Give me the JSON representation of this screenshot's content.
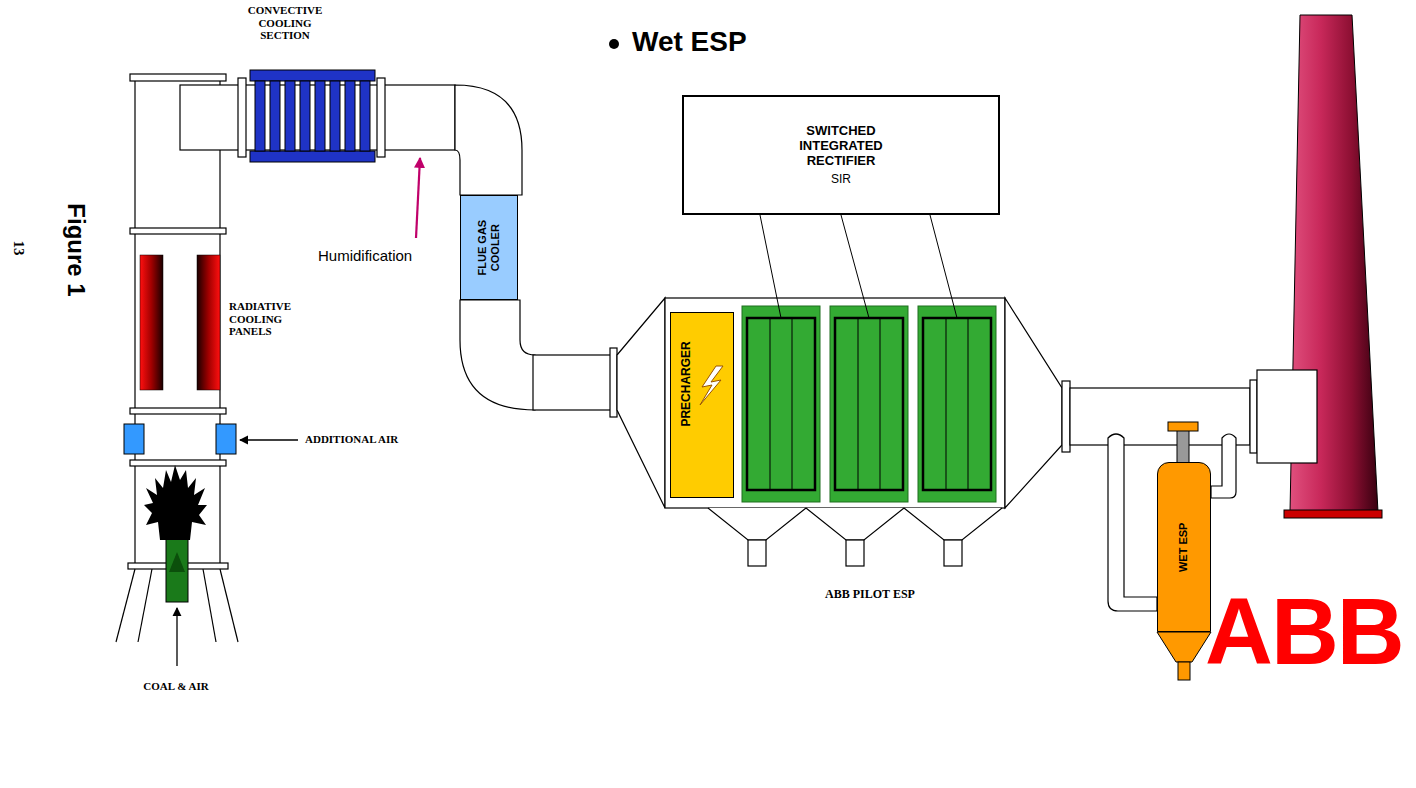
{
  "diagram": {
    "nodes": [
      {
        "text": [
          "FLUE GAS COOLER"
        ]
      },
      {
        "text": [
          "SWITCHED INTEGRATED RECTIFIER",
          "SIR"
        ]
      },
      {
        "text": [
          "PRECHARGER"
        ]
      },
      {
        "text": [
          "WET ESP"
        ]
      }
    ],
    "labels": [
      "Wet ESP",
      "CONVECTIVE COOLING SECTION",
      "Figure 1",
      "13",
      "Humidification",
      "RADIATIVE COOLING PANELS",
      "ADDITIONAL AIR",
      "ABB PILOT ESP",
      "COAL & AIR",
      "ABB"
    ]
  }
}
